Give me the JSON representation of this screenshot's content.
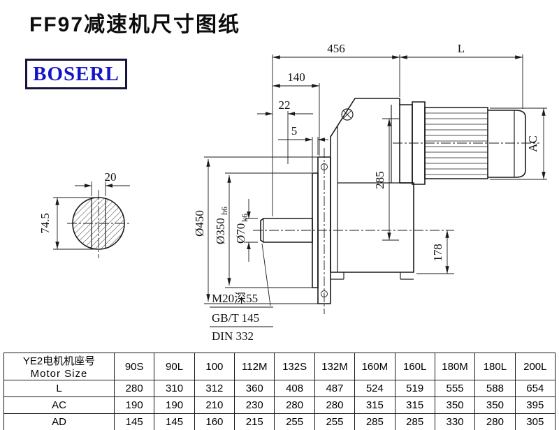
{
  "title": "FF97减速机尺寸图纸",
  "logo": "BOSERL",
  "dims": {
    "d456": "456",
    "dL": "L",
    "d140": "140",
    "d22": "22",
    "d5": "5",
    "dAC": "AC",
    "d285": "285",
    "d178": "178",
    "d450": "Ø450",
    "d350": "Ø350",
    "d350t": "h6",
    "d70": "Ø70",
    "d70t": "k6",
    "d20": "20",
    "d745": "74.5",
    "tap": "M20深55",
    "std1": "GB/T 145",
    "std2": "DIN 332"
  },
  "table": {
    "header_cn": "YE2电机机座号",
    "header_en": "Motor Size",
    "columns": [
      "90S",
      "90L",
      "100",
      "112M",
      "132S",
      "132M",
      "160M",
      "160L",
      "180M",
      "180L",
      "200L"
    ],
    "rows": [
      {
        "label": "L",
        "values": [
          "280",
          "310",
          "312",
          "360",
          "408",
          "487",
          "524",
          "519",
          "555",
          "588",
          "654"
        ]
      },
      {
        "label": "AC",
        "values": [
          "190",
          "190",
          "210",
          "230",
          "280",
          "280",
          "315",
          "315",
          "350",
          "350",
          "395"
        ]
      },
      {
        "label": "AD",
        "values": [
          "145",
          "145",
          "160",
          "215",
          "255",
          "255",
          "285",
          "285",
          "330",
          "280",
          "305"
        ]
      }
    ]
  }
}
